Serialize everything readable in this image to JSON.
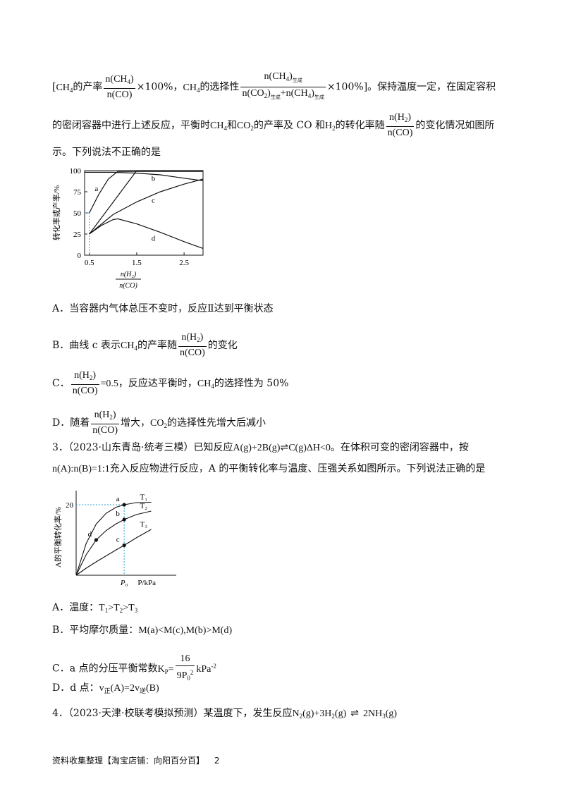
{
  "block1": {
    "l1_open": "[",
    "l1_ch4a": "CH",
    "l1_ch4a_sub": "4",
    "l1_t1": "的产率",
    "l1_f1_num": "n(CH",
    "l1_f1_num_sub": "4",
    "l1_f1_num_end": ")",
    "l1_f1_den": "n(CO)",
    "l1_t2": "×100%，",
    "l1_ch4b": "CH",
    "l1_ch4b_sub": "4",
    "l1_t3": "的选择性",
    "l1_f2_num": "n(CH",
    "l1_f2_num_sub": "4",
    "l1_f2_num_end": ")",
    "l1_f2_num_tag": "生成",
    "l1_f2_den_a": "n(CO",
    "l1_f2_den_a_sub": "2",
    "l1_f2_den_a_end": ")",
    "l1_f2_den_tag1": "生成",
    "l1_f2_den_b": "+n(CH",
    "l1_f2_den_b_sub": "4",
    "l1_f2_den_b_end": ")",
    "l1_f2_den_tag2": "生成",
    "l1_t4": "×100%",
    "l1_t5": "]。保持温度一定，在固定容积",
    "l2_t1": "的密闭容器中进行上述反应，平衡时",
    "l2_ch4": "CH",
    "l2_ch4_sub": "4",
    "l2_t2": "和",
    "l2_co2": "CO",
    "l2_co2_sub": "2",
    "l2_t3": "的产率及 CO 和",
    "l2_h2": "H",
    "l2_h2_sub": "2",
    "l2_t4": "的转化率随",
    "l2_f_num": "n(H",
    "l2_f_num_sub": "2",
    "l2_f_num_end": ")",
    "l2_f_den": "n(CO)",
    "l2_t5": "的变化情况如图所",
    "l3": "示。下列说法不正确的是"
  },
  "chart_data": [
    {
      "type": "line",
      "title": "",
      "ylabel": "转化率或产率/%",
      "xlabel_num": "n(H₂)",
      "xlabel_den": "n(CO)",
      "xlim": [
        0.4,
        2.9
      ],
      "ylim": [
        0,
        100
      ],
      "xticks": [
        "0.5",
        "1.5",
        "2.5"
      ],
      "xtick_values": [
        0.5,
        1.5,
        2.5
      ],
      "yticks": [
        "0",
        "25",
        "50",
        "75",
        "100"
      ],
      "ytick_values": [
        0,
        25,
        50,
        75,
        100
      ],
      "reference_lines": [
        {
          "x": 0.5,
          "y": 50
        }
      ],
      "series": [
        {
          "name": "a",
          "x": [
            0.5,
            0.7,
            0.9,
            1.1,
            1.3,
            1.6,
            2.0,
            2.5,
            2.9
          ],
          "values": [
            50,
            72,
            90,
            99,
            99,
            99,
            99,
            99,
            99
          ]
        },
        {
          "name": "",
          "x": [
            0.1,
            0.5,
            1.0,
            1.5,
            2.0,
            2.5,
            2.9
          ],
          "values": [
            98,
            98,
            98,
            97,
            95,
            91,
            88
          ]
        },
        {
          "name": "b",
          "x": [
            0.5,
            1.5,
            2.9
          ],
          "values": [
            25,
            100,
            100
          ]
        },
        {
          "name": "c",
          "x": [
            0.5,
            1.0,
            1.5,
            2.0,
            2.5,
            2.9
          ],
          "values": [
            25,
            48,
            63,
            75,
            84,
            90
          ]
        },
        {
          "name": "d",
          "x": [
            0.5,
            0.75,
            1.0,
            1.1,
            1.5,
            2.0,
            2.5,
            2.9
          ],
          "values": [
            25,
            35,
            42,
            43,
            37,
            27,
            16,
            8
          ]
        }
      ],
      "labels": [
        {
          "text": "a",
          "x": 0.65,
          "y": 76
        },
        {
          "text": "b",
          "x": 1.85,
          "y": 88
        },
        {
          "text": "c",
          "x": 1.85,
          "y": 62
        },
        {
          "text": "d",
          "x": 1.85,
          "y": 17
        }
      ]
    },
    {
      "type": "line",
      "title": "",
      "ylabel": "A的平衡转化率/%",
      "xlabel": "P/kPa",
      "x_marker": "P₀",
      "xlim": [
        0,
        10
      ],
      "ylim": [
        0,
        24
      ],
      "ytick_label": "20",
      "ytick_value": 20,
      "x_marker_value": 4.8,
      "series": [
        {
          "name": "T₁",
          "x": [
            0,
            1,
            2,
            3,
            4,
            4.8,
            6,
            7.5
          ],
          "values": [
            0,
            9,
            14.5,
            17.6,
            19.3,
            20,
            20.6,
            20.7
          ]
        },
        {
          "name": "T₂",
          "x": [
            0,
            1,
            2,
            3,
            4,
            4.8,
            6,
            7.5
          ],
          "values": [
            0,
            5.8,
            10,
            12.7,
            14.6,
            15.8,
            17.2,
            18.2
          ]
        },
        {
          "name": "T₃",
          "x": [
            0,
            1,
            2,
            3,
            4,
            4.8,
            6,
            7.5
          ],
          "values": [
            0,
            2,
            3.8,
            5.5,
            7.2,
            8.5,
            10.6,
            13
          ]
        }
      ],
      "points": [
        {
          "label": "a",
          "x": 4.8,
          "y": 20
        },
        {
          "label": "b",
          "x": 4.8,
          "y": 15.8
        },
        {
          "label": "c",
          "x": 4.8,
          "y": 8.5
        },
        {
          "label": "d",
          "x": 2.0,
          "y": 10
        }
      ]
    }
  ],
  "options1": {
    "A": "A．当容器内气体总压不变时，反应Ⅱ达到平衡状态",
    "B_pre": "B．曲线 c 表示",
    "B_ch4": "CH",
    "B_ch4_sub": "4",
    "B_mid": "的产率随",
    "B_f_num": "n(H",
    "B_f_num_sub": "2",
    "B_f_num_end": ")",
    "B_f_den": "n(CO)",
    "B_post": "的变化",
    "C_pre": "C．",
    "C_f_num": "n(H",
    "C_f_num_sub": "2",
    "C_f_num_end": ")",
    "C_f_den": "n(CO)",
    "C_eq": "=0.5",
    "C_mid": "，反应达平衡时，",
    "C_ch4": "CH",
    "C_ch4_sub": "4",
    "C_post": "的选择性为 50%",
    "D_pre": "D．随着",
    "D_f_num": "n(H",
    "D_f_num_sub": "2",
    "D_f_num_end": ")",
    "D_f_den": "n(CO)",
    "D_mid": "增大，",
    "D_co2": "CO",
    "D_co2_sub": "2",
    "D_post": "的选择性先增大后减小"
  },
  "q3": {
    "l1_num": "3．",
    "l1_src": "（2023·山东青岛·统考三模）已知反应",
    "l1_eq": "A(g)+2B(g)",
    "l1_arrow": "⇌",
    "l1_eq2": "C(g)ΔH<0",
    "l1_post": "。在体积可变的密闭容器中，按",
    "l2_ratio": "n(A):n(B)=1:1",
    "l2_post": "充入反应物进行反应，A 的平衡转化率与温度、压强关系如图所示。下列说法正确的是",
    "A_pre": "A．温度：",
    "A_T1": "T",
    "A_T1_sub": "1",
    "A_gt1": ">",
    "A_T2": "T",
    "A_T2_sub": "2",
    "A_gt2": ">",
    "A_T3": "T",
    "A_T3_sub": "3",
    "B_pre": "B．平均摩尔质量：",
    "B_expr": "M(a)<M(c),M(b)>M(d)",
    "C_pre": "C．a 点的分压平衡常数",
    "C_K": "K",
    "C_K_sub": "P",
    "C_eq": "=",
    "C_f_num": "16",
    "C_f_den": "9P",
    "C_f_den_sub": "0",
    "C_f_den_sup": "2",
    "C_unit": "kPa",
    "C_unit_sup": "-2",
    "D_pre": "D．d 点：",
    "D_v1": "v",
    "D_v1_sub": "正",
    "D_mid": "(A)=2v",
    "D_v2_sub": "逆",
    "D_end": "(B)"
  },
  "q4": {
    "num": "4．",
    "src": "（2023·天津·校联考模拟预测）某温度下，发生反应",
    "N2": "N",
    "N2_sub": "2",
    "g1": "(g)+3H",
    "H2_sub": "2",
    "g2": "(g)",
    "arrow": "⇌",
    "NH3": "2NH",
    "NH3_sub": "3",
    "g3": "(g)"
  },
  "footer": {
    "text": "资料收集整理【淘宝店铺：向阳百分百】",
    "page": "2"
  }
}
